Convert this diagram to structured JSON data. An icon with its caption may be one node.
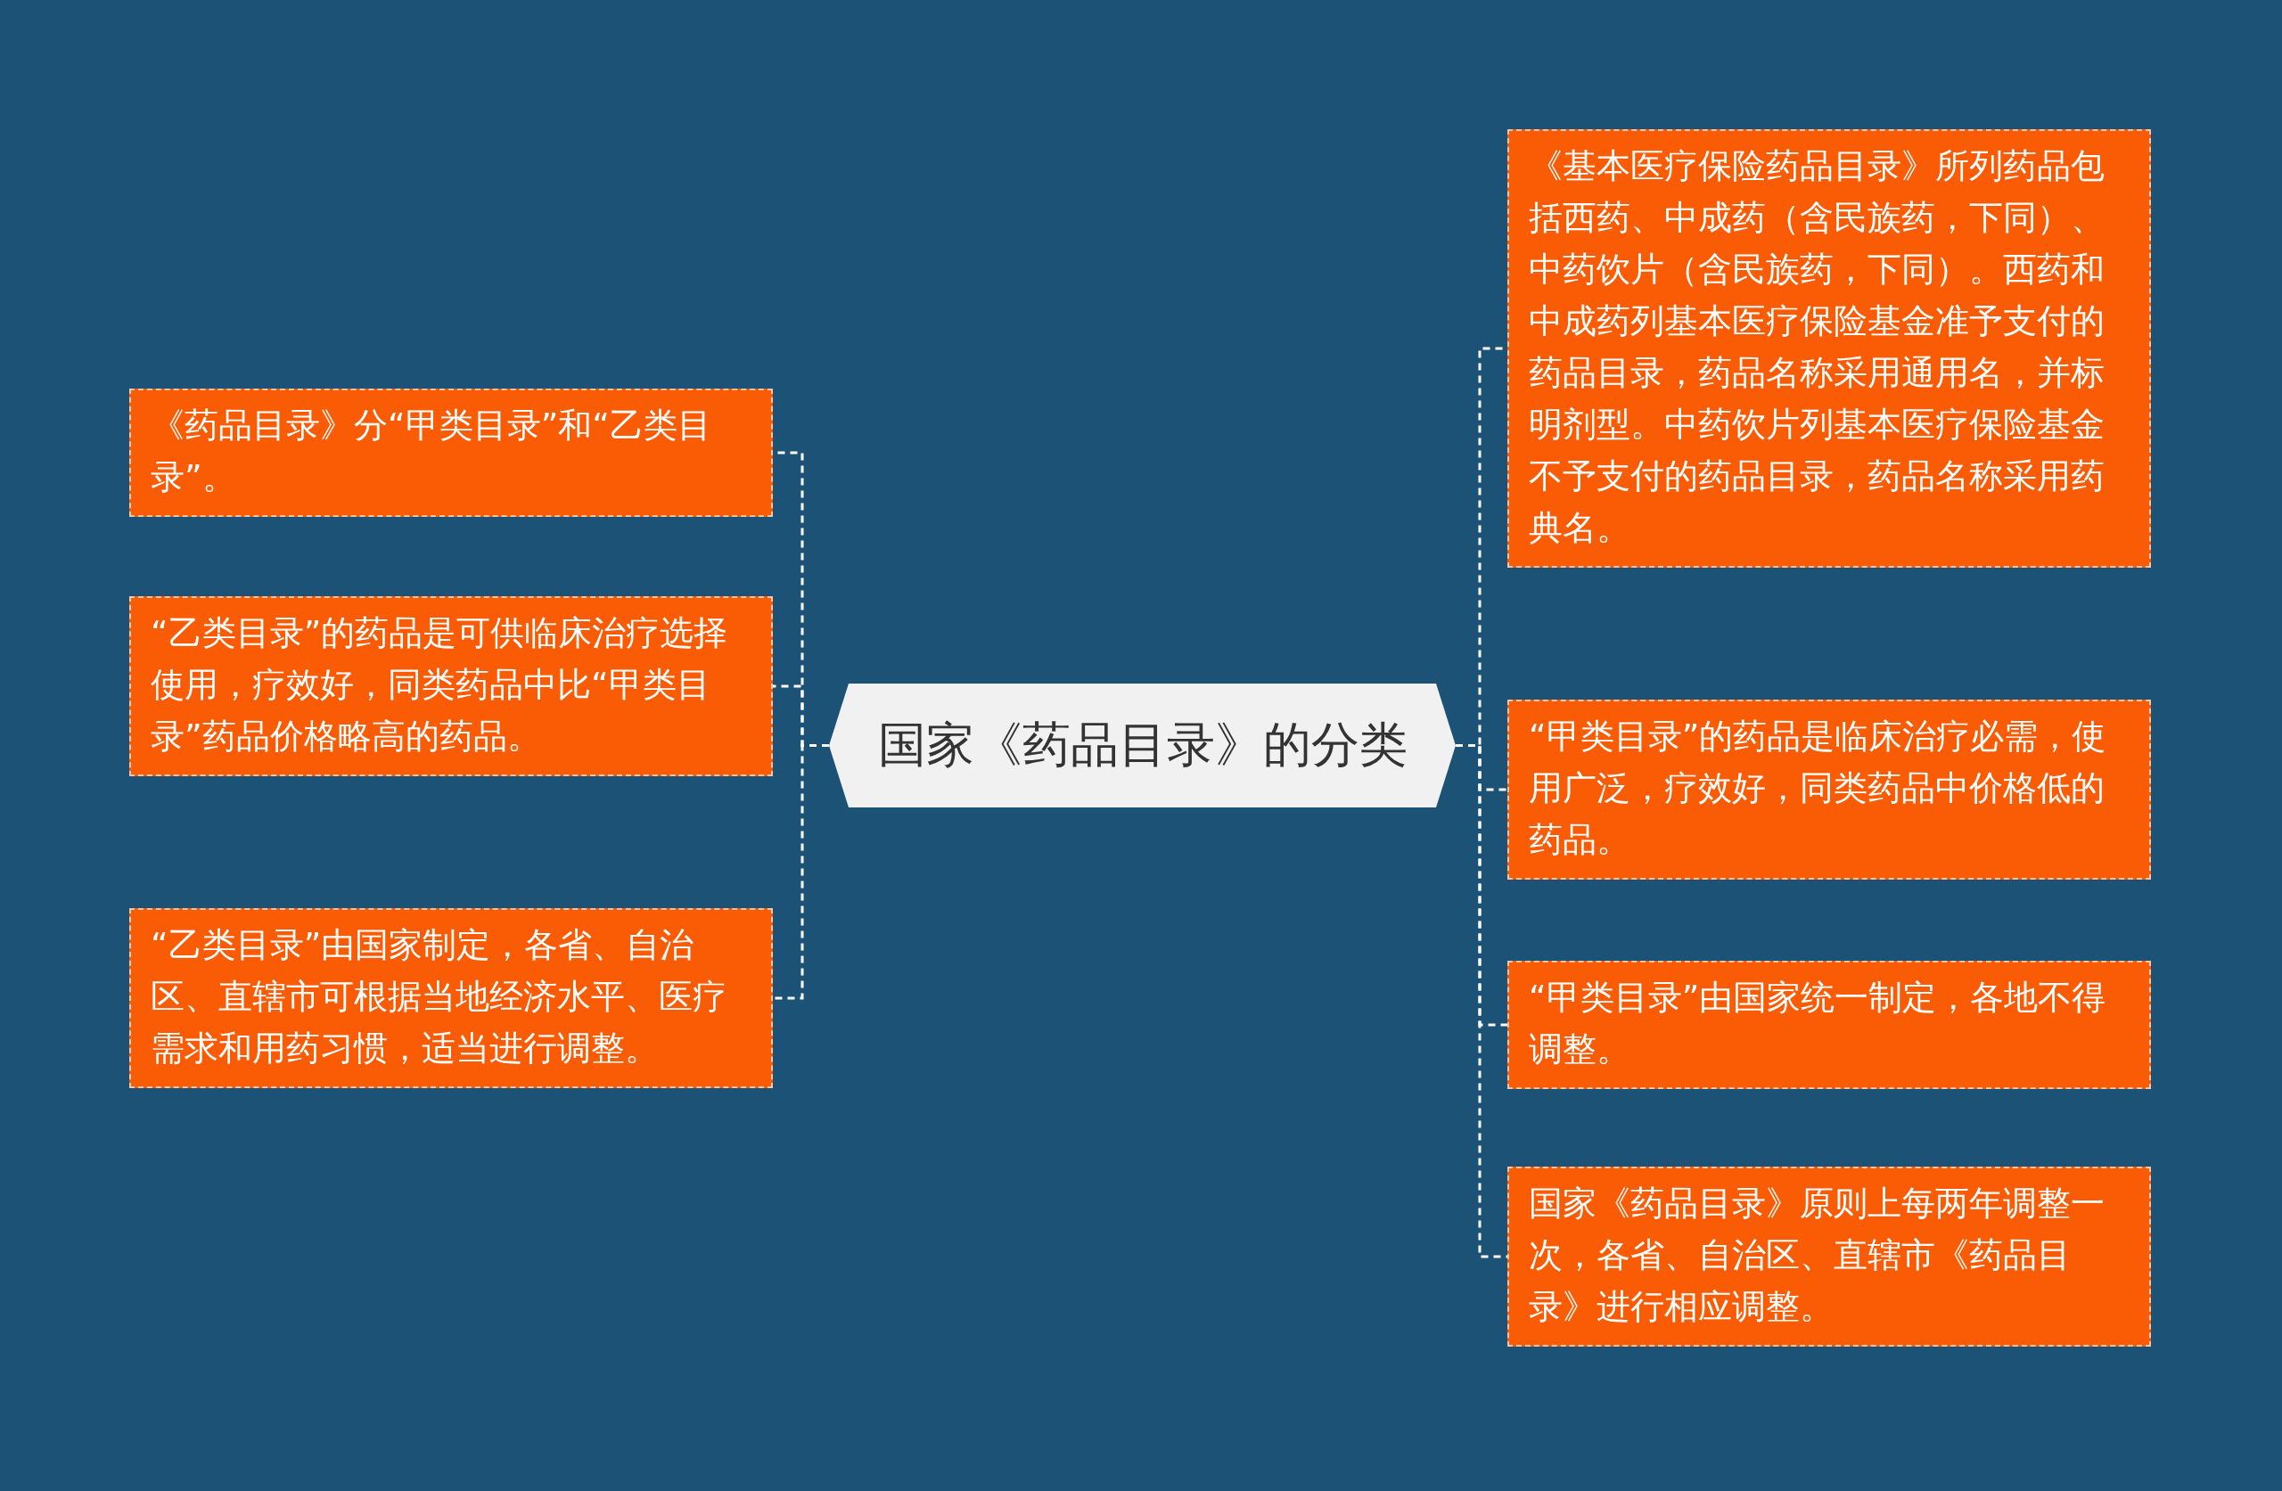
{
  "diagram": {
    "nodes": [
      {
        "text": [
          "国家《药品目录》的分类"
        ]
      },
      {
        "text": [
          "《药品目录》分“甲类目录”和“乙类目录”。"
        ]
      },
      {
        "text": [
          "“乙类目录”的药品是可供临床治疗选择使用，疗效好，同类药品中比“甲类目录”药品价格略高的药品。"
        ]
      },
      {
        "text": [
          "“乙类目录”由国家制定，各省、自治区、直辖市可根据当地经济水平、医疗需求和用药习惯，适当进行调整。"
        ]
      },
      {
        "text": [
          "《基本医疗保险药品目录》所列药品包括西药、中成药（含民族药，下同）、中药饮片（含民族药，下同）。西药和中成药列基本医疗保险基金准予支付的药品目录，药品名称采用通用名，并标明剂型。中药饮片列基本医疗保险基金不予支付的药品目录，药品名称采用药典名。"
        ]
      },
      {
        "text": [
          "“甲类目录”的药品是临床治疗必需，使用广泛，疗效好，同类药品中价格低的药品。"
        ]
      },
      {
        "text": [
          "“甲类目录”由国家统一制定，各地不得调整。"
        ]
      },
      {
        "text": [
          "国家《药品目录》原则上每两年调整一次，各省、自治区、直辖市《药品目录》进行相应调整。"
        ]
      }
    ],
    "edges": [
      {
        "from": 0,
        "to": 1,
        "arrow": "none",
        "style": "dashed"
      },
      {
        "from": 0,
        "to": 2,
        "arrow": "none",
        "style": "dashed"
      },
      {
        "from": 0,
        "to": 3,
        "arrow": "none",
        "style": "dashed"
      },
      {
        "from": 0,
        "to": 4,
        "arrow": "none",
        "style": "dashed"
      },
      {
        "from": 0,
        "to": 5,
        "arrow": "none",
        "style": "dashed"
      },
      {
        "from": 0,
        "to": 6,
        "arrow": "none",
        "style": "dashed"
      },
      {
        "from": 0,
        "to": 7,
        "arrow": "none",
        "style": "dashed"
      }
    ]
  }
}
